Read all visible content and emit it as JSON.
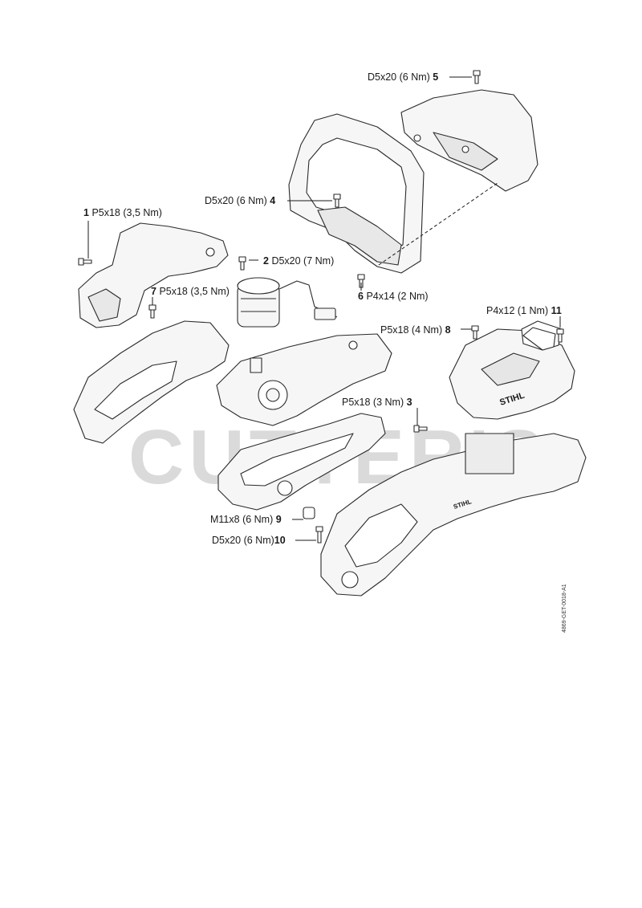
{
  "watermark": "CUTTER'S",
  "drawing_code": "4869-GET-0018-A1",
  "brand_mark": "STIHL",
  "callouts": [
    {
      "num": "1",
      "spec": "P5x18 (3,5 Nm)"
    },
    {
      "num": "2",
      "spec": "D5x20 (7 Nm)"
    },
    {
      "num": "3",
      "spec": "P5x18 (3 Nm)"
    },
    {
      "num": "4",
      "spec": "D5x20 (6 Nm)"
    },
    {
      "num": "5",
      "spec": "D5x20 (6 Nm)"
    },
    {
      "num": "6",
      "spec": "P4x14 (2 Nm)"
    },
    {
      "num": "7",
      "spec": "P5x18 (3,5 Nm)"
    },
    {
      "num": "8",
      "spec": "P5x18 (4 Nm)"
    },
    {
      "num": "9",
      "spec": "M11x8 (6 Nm)"
    },
    {
      "num": "10",
      "spec": "D5x20 (6 Nm)"
    },
    {
      "num": "11",
      "spec": "P4x12 (1 Nm)"
    }
  ]
}
